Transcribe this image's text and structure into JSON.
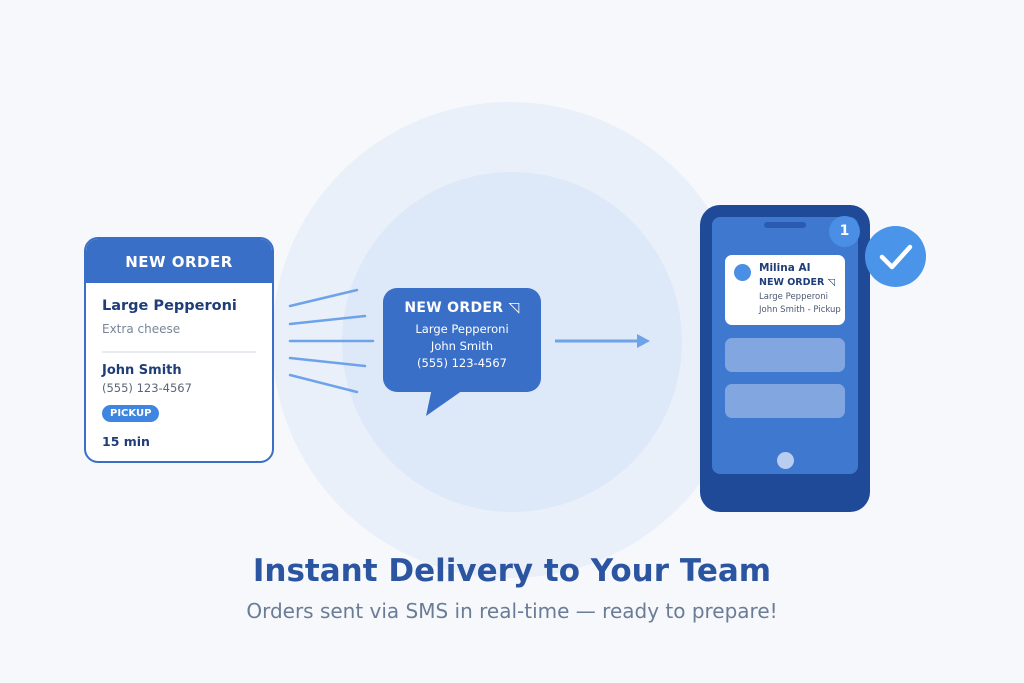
{
  "order_card": {
    "header": "NEW ORDER",
    "item": "Large Pepperoni",
    "note": "Extra cheese",
    "customer": "John Smith",
    "phone": "(555) 123-4567",
    "tag": "PICKUP",
    "time": "15 min"
  },
  "sms_bubble": {
    "title": "NEW ORDER",
    "icon": "pizza-icon",
    "item": "Large Pepperoni",
    "customer": "John Smith",
    "phone": "(555) 123-4567"
  },
  "phone_notification": {
    "badge": "1",
    "sender": "Milina AI",
    "title": "NEW ORDER",
    "item": "Large Pepperoni",
    "detail": "John Smith - Pickup"
  },
  "headline": "Instant Delivery to Your Team",
  "subheadline": "Orders sent via SMS in real-time — ready to prepare!",
  "colors": {
    "primary": "#3a6fc7",
    "dark": "#1f4a97",
    "accent": "#4a94ea"
  }
}
